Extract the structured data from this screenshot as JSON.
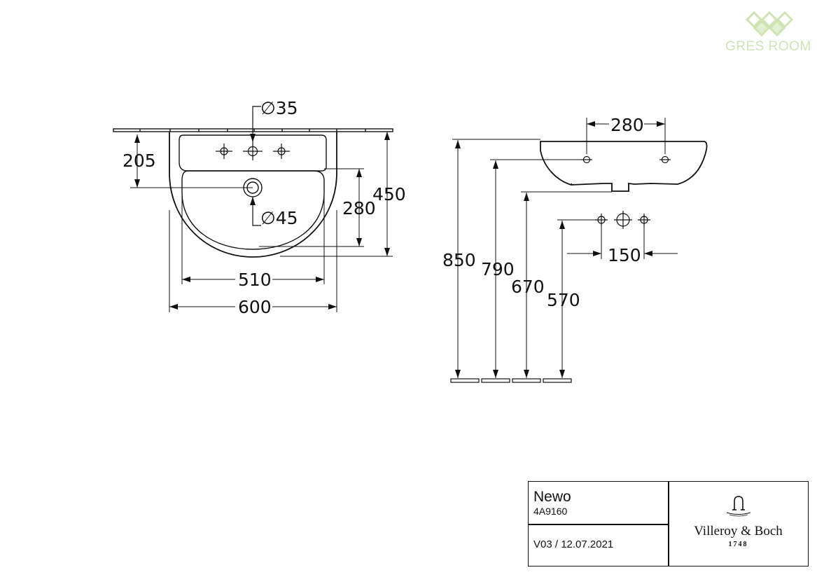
{
  "watermark": {
    "text": "GRES ROOM",
    "color": "#cfe3b4"
  },
  "front_view": {
    "hole_label": "∅35",
    "waste_label": "∅45",
    "dim_205": "205",
    "dim_280": "280",
    "dim_450": "450",
    "dim_510": "510",
    "dim_600": "600"
  },
  "side_view": {
    "dim_280": "280",
    "dim_150": "150",
    "dim_850": "850",
    "dim_790": "790",
    "dim_670": "670",
    "dim_570": "570"
  },
  "title_block": {
    "product": "Newo",
    "article": "4A9160",
    "version": "V03 / 12.07.2021",
    "brand": "Villeroy & Boch",
    "year": "1748"
  },
  "colors": {
    "line": "#111111",
    "watermark": "#cfe3b4"
  }
}
